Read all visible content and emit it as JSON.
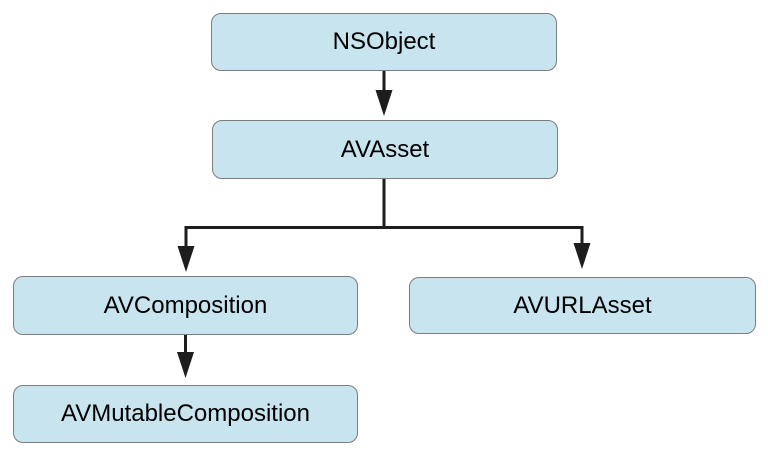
{
  "diagram": {
    "type": "class-hierarchy",
    "nodes": [
      {
        "id": "nsobject",
        "label": "NSObject"
      },
      {
        "id": "avasset",
        "label": "AVAsset"
      },
      {
        "id": "avcomposition",
        "label": "AVComposition"
      },
      {
        "id": "avurlasset",
        "label": "AVURLAsset"
      },
      {
        "id": "avmutablecomposition",
        "label": "AVMutableComposition"
      }
    ],
    "edges": [
      {
        "from": "NSObject",
        "to": "AVAsset"
      },
      {
        "from": "AVAsset",
        "to": "AVComposition"
      },
      {
        "from": "AVAsset",
        "to": "AVURLAsset"
      },
      {
        "from": "AVComposition",
        "to": "AVMutableComposition"
      }
    ],
    "colors": {
      "node_fill": "#c8e4ef",
      "node_border": "#7d7d7d",
      "arrow": "#1d1d1d",
      "background": "#ffffff",
      "text": "#000000"
    }
  }
}
